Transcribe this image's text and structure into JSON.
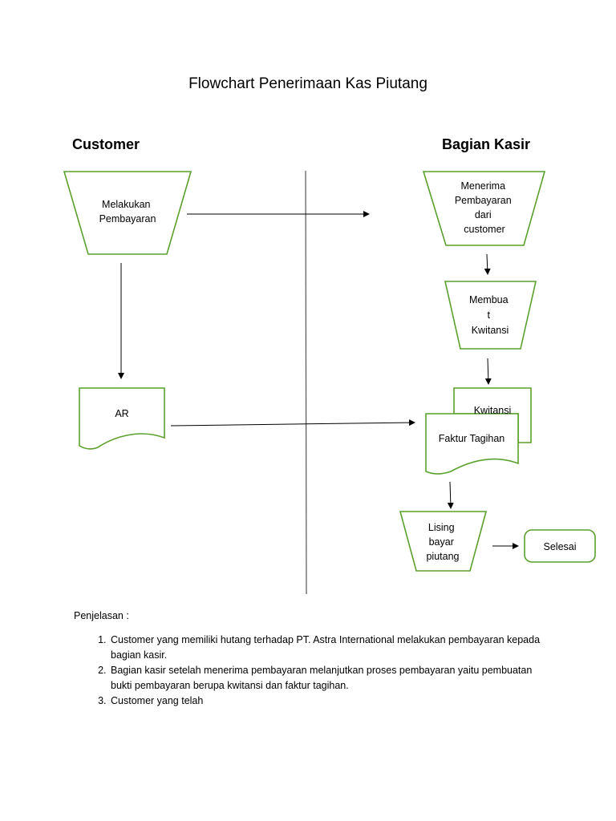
{
  "title": "Flowchart Penerimaan Kas Piutang",
  "lanes": {
    "left": "Customer",
    "right": "Bagian Kasir"
  },
  "nodes": {
    "melakukan": [
      "Melakukan",
      "Pembayaran"
    ],
    "menerima": [
      "Menerima",
      "Pembayaran",
      "dari",
      "customer"
    ],
    "membuat": [
      "Membua",
      "t",
      "Kwitansi"
    ],
    "ar": "AR",
    "kwitansi": "Kwitansi",
    "faktur": "Faktur Tagihan",
    "lising": [
      "Lising",
      "bayar",
      "piutang"
    ],
    "selesai": "Selesai"
  },
  "shape_color": "#5aa02c",
  "explanation": {
    "heading": "Penjelasan :",
    "items": [
      "Customer yang memiliki hutang terhadap PT. Astra International melakukan pembayaran kepada bagian kasir.",
      "Bagian kasir setelah menerima pembayaran melanjutkan proses pembayaran yaitu pembuatan bukti pembayaran berupa kwitansi dan faktur tagihan.",
      "Customer yang telah"
    ]
  }
}
